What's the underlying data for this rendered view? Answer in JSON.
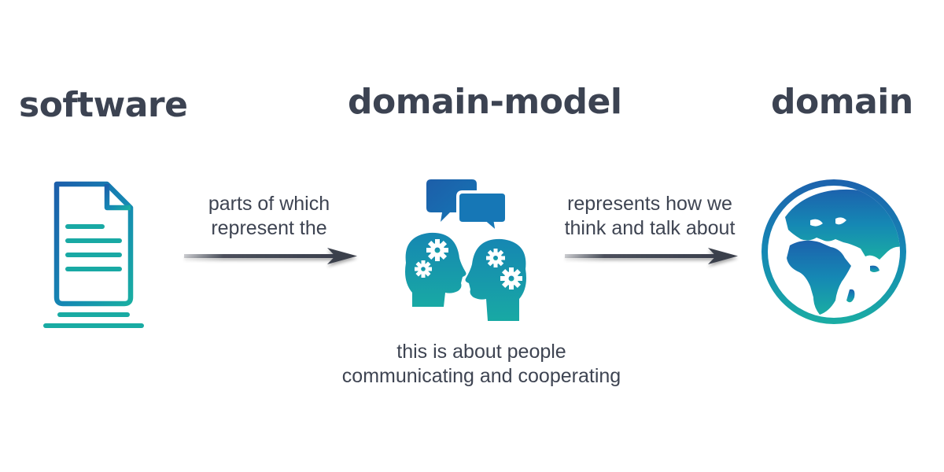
{
  "titles": {
    "software": "software",
    "domain_model": "domain-model",
    "domain": "domain"
  },
  "connectors": {
    "left": {
      "line1": "parts of which",
      "line2": "represent the"
    },
    "right": {
      "line1": "represents how we",
      "line2": "think and talk about"
    }
  },
  "caption": {
    "line1": "this is about people",
    "line2": "communicating and cooperating"
  },
  "icons": {
    "software": "document-icon",
    "domain_model": "people-thinking-icon",
    "domain": "globe-icon"
  },
  "colors": {
    "title": "#3c4352",
    "text": "#3e4452",
    "gradient_blue": "#1b63ad",
    "gradient_teal": "#19aaa3",
    "arrow": "#3a3f4c"
  }
}
